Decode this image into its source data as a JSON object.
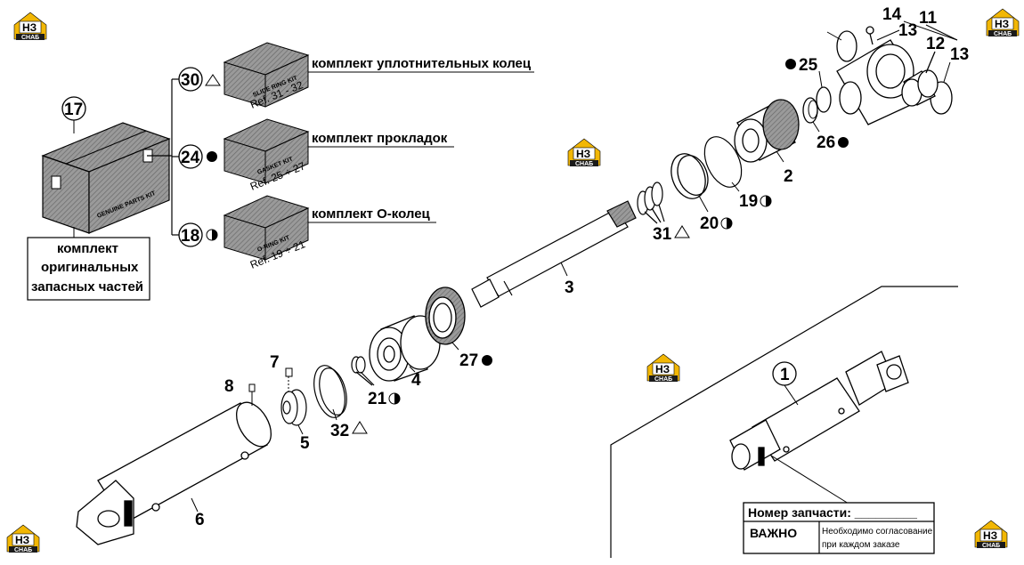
{
  "kits": {
    "genuine": {
      "number": "17",
      "caption_line1": "комплект",
      "caption_line2": "оригинальных",
      "caption_line3": "запасных частей",
      "box_text": "GENUINE PARTS KIT"
    },
    "slide": {
      "number": "30",
      "caption": "комплект уплотнительных колец",
      "box_text": "SLIDE RING KIT",
      "ref": "Ref. 31 - 32"
    },
    "gasket": {
      "number": "24",
      "caption": "комплект прокладок",
      "box_text": "GASKET KIT",
      "ref": "Ref. 25 ÷ 27"
    },
    "oring": {
      "number": "18",
      "caption": "комплект О-колец",
      "box_text": "O-RING KIT",
      "ref": "Ref. 19 ÷ 21"
    }
  },
  "parts": {
    "p1": "1",
    "p2": "2",
    "p3": "3",
    "p4": "4",
    "p5": "5",
    "p6": "6",
    "p7": "7",
    "p8": "8",
    "p11": "11",
    "p12": "12",
    "p13a": "13",
    "p13b": "13",
    "p14": "14",
    "p19": "19",
    "p20": "20",
    "p21": "21",
    "p25": "25",
    "p26": "26",
    "p27": "27",
    "p31": "31",
    "p32": "32"
  },
  "logo": {
    "letters": "НЗ",
    "sub": "СНАБ"
  },
  "order_box": {
    "part_number_label": "Номер запчасти: _________",
    "important_label": "ВАЖНО",
    "note_line1": "Необходимо согласование",
    "note_line2": "при каждом заказе"
  }
}
